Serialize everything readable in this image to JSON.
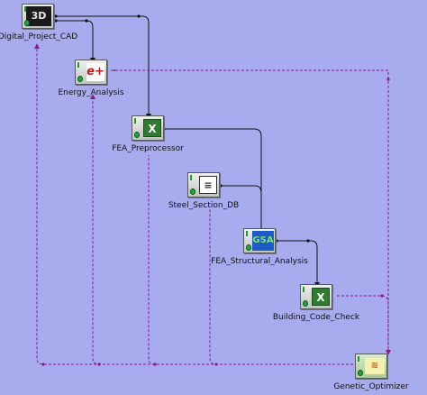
{
  "nodes": [
    {
      "name": "Digital_Project_CAD",
      "icon": "catia-cad-icon",
      "glyph": "3D"
    },
    {
      "name": "Energy_Analysis",
      "icon": "energyplus-run-icon",
      "glyph": "e+"
    },
    {
      "name": "FEA_Preprocessor",
      "icon": "excel-icon",
      "glyph": "X"
    },
    {
      "name": "Steel_Section_DB",
      "icon": "database-document-icon",
      "glyph": "≡"
    },
    {
      "name": "FEA_Structural_Analysis",
      "icon": "gsa-icon",
      "glyph": "GSA"
    },
    {
      "name": "Building_Code_Check",
      "icon": "excel-icon",
      "glyph": "X"
    },
    {
      "name": "Genetic_Optimizer",
      "icon": "genetic-optimizer-icon",
      "glyph": "≋"
    }
  ],
  "colors": {
    "background": "#a8abee",
    "data_link": "#111111",
    "feedback_link": "#8b1a8b"
  }
}
